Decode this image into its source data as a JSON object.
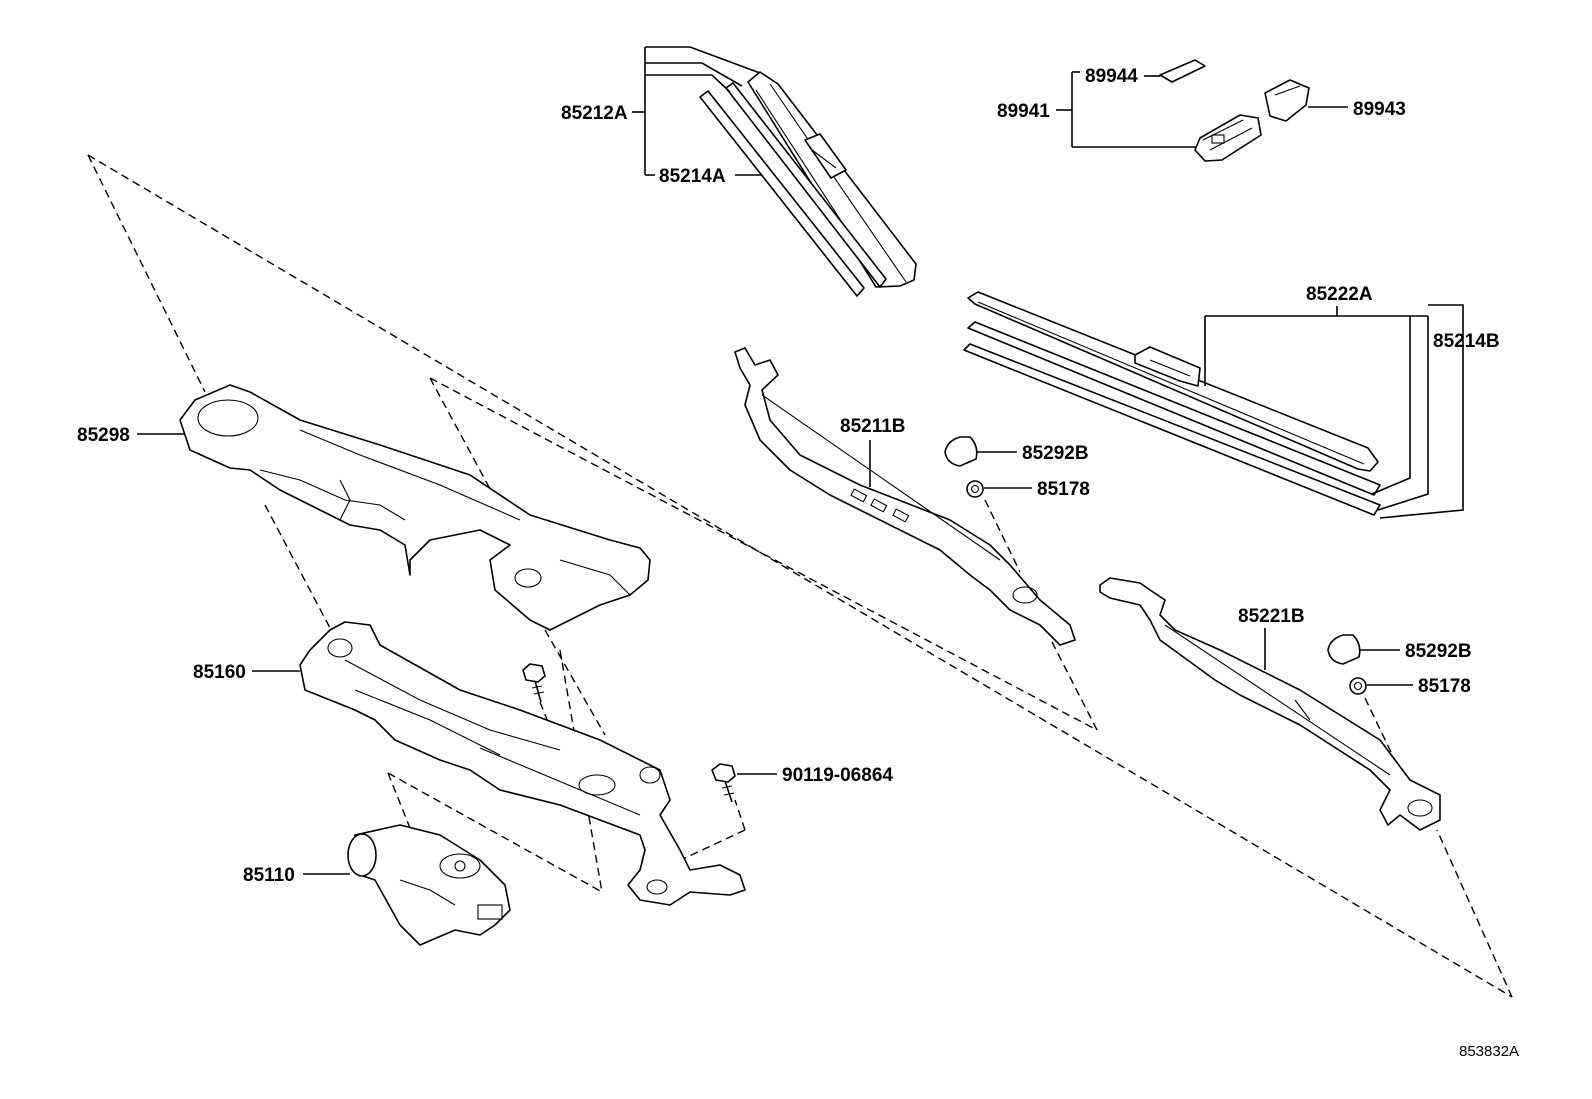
{
  "diagram_id": "853832A",
  "callouts": {
    "c85212A": "85212A",
    "c85214A": "85214A",
    "c89944": "89944",
    "c89941": "89941",
    "c89943": "89943",
    "c85222A": "85222A",
    "c85214B": "85214B",
    "c85211B": "85211B",
    "c85292B_1": "85292B",
    "c85178_1": "85178",
    "c85298": "85298",
    "c85221B": "85221B",
    "c85292B_2": "85292B",
    "c85178_2": "85178",
    "c85160": "85160",
    "c90119": "90119-06864",
    "c85110": "85110"
  }
}
